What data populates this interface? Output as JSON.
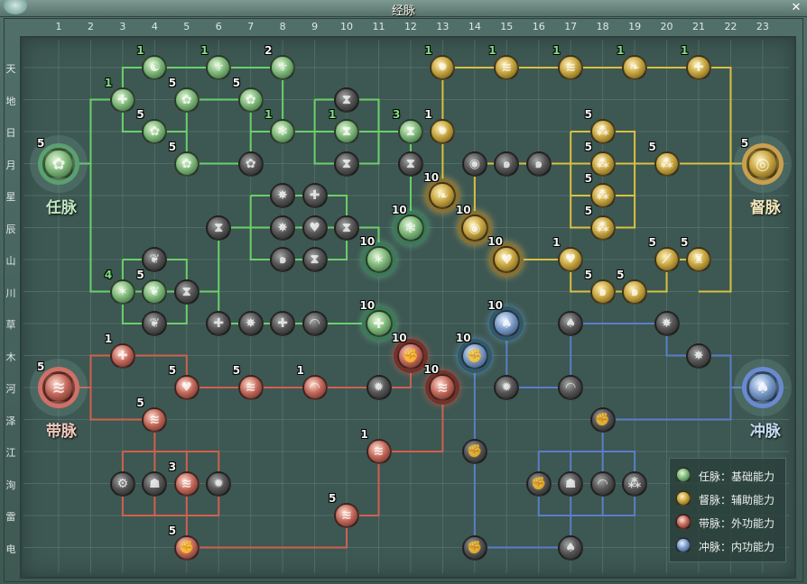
{
  "window": {
    "title": "经脉",
    "close_label": "✕"
  },
  "columns": [
    "1",
    "2",
    "3",
    "4",
    "5",
    "6",
    "7",
    "8",
    "9",
    "10",
    "11",
    "12",
    "13",
    "14",
    "15",
    "16",
    "17",
    "18",
    "19",
    "20",
    "21",
    "22",
    "23"
  ],
  "rows": [
    "天",
    "地",
    "日",
    "月",
    "星",
    "辰",
    "山",
    "川",
    "草",
    "木",
    "河",
    "泽",
    "江",
    "洵",
    "雷",
    "电"
  ],
  "colors": {
    "green": "#6ad06a",
    "yellow": "#d8c040",
    "red": "#d06050",
    "blue": "#5a7ec8"
  },
  "hubs": [
    {
      "name": "任脉",
      "meridian": "green",
      "level": "5",
      "color": "#bfe8c0"
    },
    {
      "name": "督脉",
      "meridian": "yellow",
      "level": "5",
      "color": "#f2e6b8"
    },
    {
      "name": "带脉",
      "meridian": "red",
      "level": "5",
      "color": "#f4c8bc"
    },
    {
      "name": "冲脉",
      "meridian": "blue",
      "level": "",
      "color": "#c8dcf4"
    }
  ],
  "nodes": [
    {
      "m": "green",
      "a": true,
      "level": "1",
      "icon": "plus"
    },
    {
      "m": "green",
      "a": true,
      "level": "1",
      "icon": "sage"
    },
    {
      "m": "green",
      "a": true,
      "level": "1",
      "icon": "lotus"
    },
    {
      "m": "green",
      "a": true,
      "level": "2",
      "icon": "lotus"
    },
    {
      "m": "green",
      "a": true,
      "level": "5",
      "icon": "orb"
    },
    {
      "m": "green",
      "a": true,
      "level": "5",
      "icon": "orb"
    },
    {
      "m": "green",
      "a": true,
      "level": "5",
      "icon": "orb"
    },
    {
      "m": "green",
      "a": true,
      "level": "5",
      "icon": "orb"
    },
    {
      "m": "green",
      "a": false,
      "level": "",
      "icon": "orb"
    },
    {
      "m": "green",
      "a": true,
      "level": "1",
      "icon": "dragon"
    },
    {
      "m": "green",
      "a": false,
      "level": "",
      "icon": "hourglass"
    },
    {
      "m": "green",
      "a": true,
      "level": "1",
      "icon": "hourglass"
    },
    {
      "m": "green",
      "a": false,
      "level": "",
      "icon": "hourglass"
    },
    {
      "m": "green",
      "a": true,
      "level": "3",
      "icon": "hourglass"
    },
    {
      "m": "green",
      "a": false,
      "level": "",
      "icon": "hourglass"
    },
    {
      "m": "green",
      "a": true,
      "level": "10",
      "icon": "dragon",
      "big": true
    },
    {
      "m": "green",
      "a": true,
      "level": "10",
      "icon": "star",
      "big": true
    },
    {
      "m": "green",
      "a": false,
      "level": "",
      "icon": "burst"
    },
    {
      "m": "green",
      "a": false,
      "level": "",
      "icon": "plus"
    },
    {
      "m": "green",
      "a": false,
      "level": "",
      "icon": "hourglass"
    },
    {
      "m": "green",
      "a": false,
      "level": "",
      "icon": "burst"
    },
    {
      "m": "green",
      "a": false,
      "level": "",
      "icon": "heart"
    },
    {
      "m": "green",
      "a": false,
      "level": "",
      "icon": "hourglass"
    },
    {
      "m": "green",
      "a": false,
      "level": "",
      "icon": "swirl"
    },
    {
      "m": "green",
      "a": false,
      "level": "",
      "icon": "hourglass"
    },
    {
      "m": "green",
      "a": false,
      "level": "",
      "icon": "flame"
    },
    {
      "m": "green",
      "a": true,
      "level": "4",
      "icon": "star"
    },
    {
      "m": "green",
      "a": true,
      "level": "5",
      "icon": "flame"
    },
    {
      "m": "green",
      "a": false,
      "level": "",
      "icon": "hourglass"
    },
    {
      "m": "green",
      "a": false,
      "level": "",
      "icon": "flame"
    },
    {
      "m": "green",
      "a": false,
      "level": "",
      "icon": "plus"
    },
    {
      "m": "green",
      "a": false,
      "level": "",
      "icon": "burst"
    },
    {
      "m": "green",
      "a": false,
      "level": "",
      "icon": "plus"
    },
    {
      "m": "green",
      "a": false,
      "level": "",
      "icon": "ring"
    },
    {
      "m": "green",
      "a": true,
      "level": "10",
      "icon": "plus",
      "big": true
    },
    {
      "m": "yellow",
      "a": true,
      "level": "1",
      "icon": "beast"
    },
    {
      "m": "yellow",
      "a": true,
      "level": "1",
      "icon": "wing"
    },
    {
      "m": "yellow",
      "a": true,
      "level": "1",
      "icon": "wing"
    },
    {
      "m": "yellow",
      "a": true,
      "level": "1",
      "icon": "bird"
    },
    {
      "m": "yellow",
      "a": true,
      "level": "1",
      "icon": "plus"
    },
    {
      "m": "yellow",
      "a": true,
      "level": "1",
      "icon": "beast"
    },
    {
      "m": "yellow",
      "a": true,
      "level": "10",
      "icon": "bird",
      "big": true
    },
    {
      "m": "yellow",
      "a": false,
      "level": "",
      "icon": "pot"
    },
    {
      "m": "yellow",
      "a": false,
      "level": "",
      "icon": "swirl"
    },
    {
      "m": "yellow",
      "a": false,
      "level": "",
      "icon": "swirl"
    },
    {
      "m": "yellow",
      "a": true,
      "level": "10",
      "icon": "pot",
      "big": true
    },
    {
      "m": "yellow",
      "a": true,
      "level": "10",
      "icon": "heart",
      "big": true
    },
    {
      "m": "yellow",
      "a": true,
      "level": "1",
      "icon": "heart"
    },
    {
      "m": "yellow",
      "a": true,
      "level": "5",
      "icon": "armor"
    },
    {
      "m": "yellow",
      "a": true,
      "level": "5",
      "icon": "armor"
    },
    {
      "m": "yellow",
      "a": true,
      "level": "5",
      "icon": "armor"
    },
    {
      "m": "yellow",
      "a": true,
      "level": "5",
      "icon": "armor"
    },
    {
      "m": "yellow",
      "a": true,
      "level": "5",
      "icon": "armor"
    },
    {
      "m": "yellow",
      "a": true,
      "level": "5",
      "icon": "blade"
    },
    {
      "m": "yellow",
      "a": true,
      "level": "5",
      "icon": "vase"
    },
    {
      "m": "yellow",
      "a": true,
      "level": "5",
      "icon": "swirl"
    },
    {
      "m": "yellow",
      "a": true,
      "level": "5",
      "icon": "swirl"
    },
    {
      "m": "red",
      "a": true,
      "level": "1",
      "icon": "plus"
    },
    {
      "m": "red",
      "a": true,
      "level": "5",
      "icon": "heart"
    },
    {
      "m": "red",
      "a": true,
      "level": "5",
      "icon": "claw"
    },
    {
      "m": "red",
      "a": true,
      "level": "1",
      "icon": "ring"
    },
    {
      "m": "red",
      "a": false,
      "level": "",
      "icon": "beast"
    },
    {
      "m": "red",
      "a": true,
      "level": "10",
      "icon": "fist",
      "big": true
    },
    {
      "m": "red",
      "a": true,
      "level": "10",
      "icon": "claw",
      "big": true
    },
    {
      "m": "red",
      "a": true,
      "level": "5",
      "icon": "claw"
    },
    {
      "m": "red",
      "a": true,
      "level": "1",
      "icon": "claw"
    },
    {
      "m": "red",
      "a": false,
      "level": "",
      "icon": "gear"
    },
    {
      "m": "red",
      "a": false,
      "level": "",
      "icon": "helm"
    },
    {
      "m": "red",
      "a": true,
      "level": "3",
      "icon": "claw"
    },
    {
      "m": "red",
      "a": false,
      "level": "",
      "icon": "beast"
    },
    {
      "m": "red",
      "a": true,
      "level": "5",
      "icon": "claw"
    },
    {
      "m": "red",
      "a": true,
      "level": "5",
      "icon": "fist"
    },
    {
      "m": "blue",
      "a": true,
      "level": "10",
      "icon": "drop",
      "big": true
    },
    {
      "m": "blue",
      "a": true,
      "level": "10",
      "icon": "fist",
      "big": true
    },
    {
      "m": "blue",
      "a": false,
      "level": "",
      "icon": "beast"
    },
    {
      "m": "blue",
      "a": false,
      "level": "",
      "icon": "drop"
    },
    {
      "m": "blue",
      "a": false,
      "level": "",
      "icon": "ring"
    },
    {
      "m": "blue",
      "a": false,
      "level": "",
      "icon": "burst"
    },
    {
      "m": "blue",
      "a": false,
      "level": "",
      "icon": "burst"
    },
    {
      "m": "blue",
      "a": false,
      "level": "",
      "icon": "fist"
    },
    {
      "m": "blue",
      "a": false,
      "level": "",
      "icon": "fist"
    },
    {
      "m": "blue",
      "a": false,
      "level": "",
      "icon": "fist"
    },
    {
      "m": "blue",
      "a": false,
      "level": "",
      "icon": "helm"
    },
    {
      "m": "blue",
      "a": false,
      "level": "",
      "icon": "ring"
    },
    {
      "m": "blue",
      "a": false,
      "level": "",
      "icon": "armor"
    },
    {
      "m": "blue",
      "a": false,
      "level": "",
      "icon": "fist"
    },
    {
      "m": "blue",
      "a": false,
      "level": "",
      "icon": "drop"
    }
  ],
  "legend": [
    {
      "meridian": "green",
      "label": "任脉：基础能力",
      "icon": "orb"
    },
    {
      "meridian": "yellow",
      "label": "督脉：辅助能力",
      "icon": "eye"
    },
    {
      "meridian": "red",
      "label": "带脉：外功能力",
      "icon": "claw"
    },
    {
      "meridian": "blue",
      "label": "冲脉：内功能力",
      "icon": "drop"
    }
  ]
}
